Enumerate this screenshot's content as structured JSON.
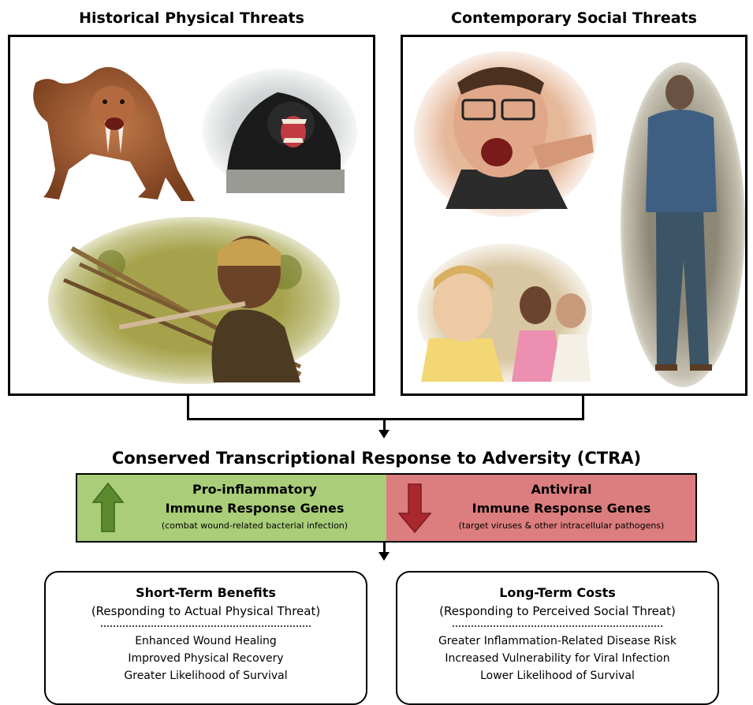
{
  "left_panel": {
    "heading": "Historical Physical Threats",
    "images": [
      {
        "icon": "saber-tooth-tiger-icon"
      },
      {
        "icon": "snarling-chimpanzee-icon"
      },
      {
        "icon": "hunter-with-bow-icon"
      }
    ]
  },
  "right_panel": {
    "heading": "Contemporary Social Threats",
    "images": [
      {
        "icon": "angry-shouting-man-icon"
      },
      {
        "icon": "lonely-walking-man-icon"
      },
      {
        "icon": "excluded-girl-icon"
      }
    ]
  },
  "ctra": {
    "title": "Conserved Transcriptional Response to Adversity (CTRA)",
    "pro_inflammatory": {
      "title_line1": "Pro-inflammatory",
      "title_line2": "Immune Response Genes",
      "subtitle": "(combat wound-related bacterial infection)",
      "direction": "up",
      "arrow_icon": "up-arrow-icon",
      "color": "#a9cd78",
      "arrow_color": "#5c8a2e"
    },
    "antiviral": {
      "title_line1": "Antiviral",
      "title_line2": "Immune Response Genes",
      "subtitle": "(target viruses & other intracellular pathogens)",
      "direction": "down",
      "arrow_icon": "down-arrow-icon",
      "color": "#dc7d7f",
      "arrow_color": "#a8282e"
    }
  },
  "benefits": {
    "title": "Short-Term Benefits",
    "subtitle": "(Responding to Actual Physical Threat)",
    "items": [
      "Enhanced Wound Healing",
      "Improved Physical Recovery",
      "Greater Likelihood of Survival"
    ]
  },
  "costs": {
    "title": "Long-Term Costs",
    "subtitle": "(Responding to Perceived Social Threat)",
    "items": [
      "Greater Inflammation-Related Disease Risk",
      "Increased Vulnerability for Viral Infection",
      "Lower Likelihood of Survival"
    ]
  }
}
